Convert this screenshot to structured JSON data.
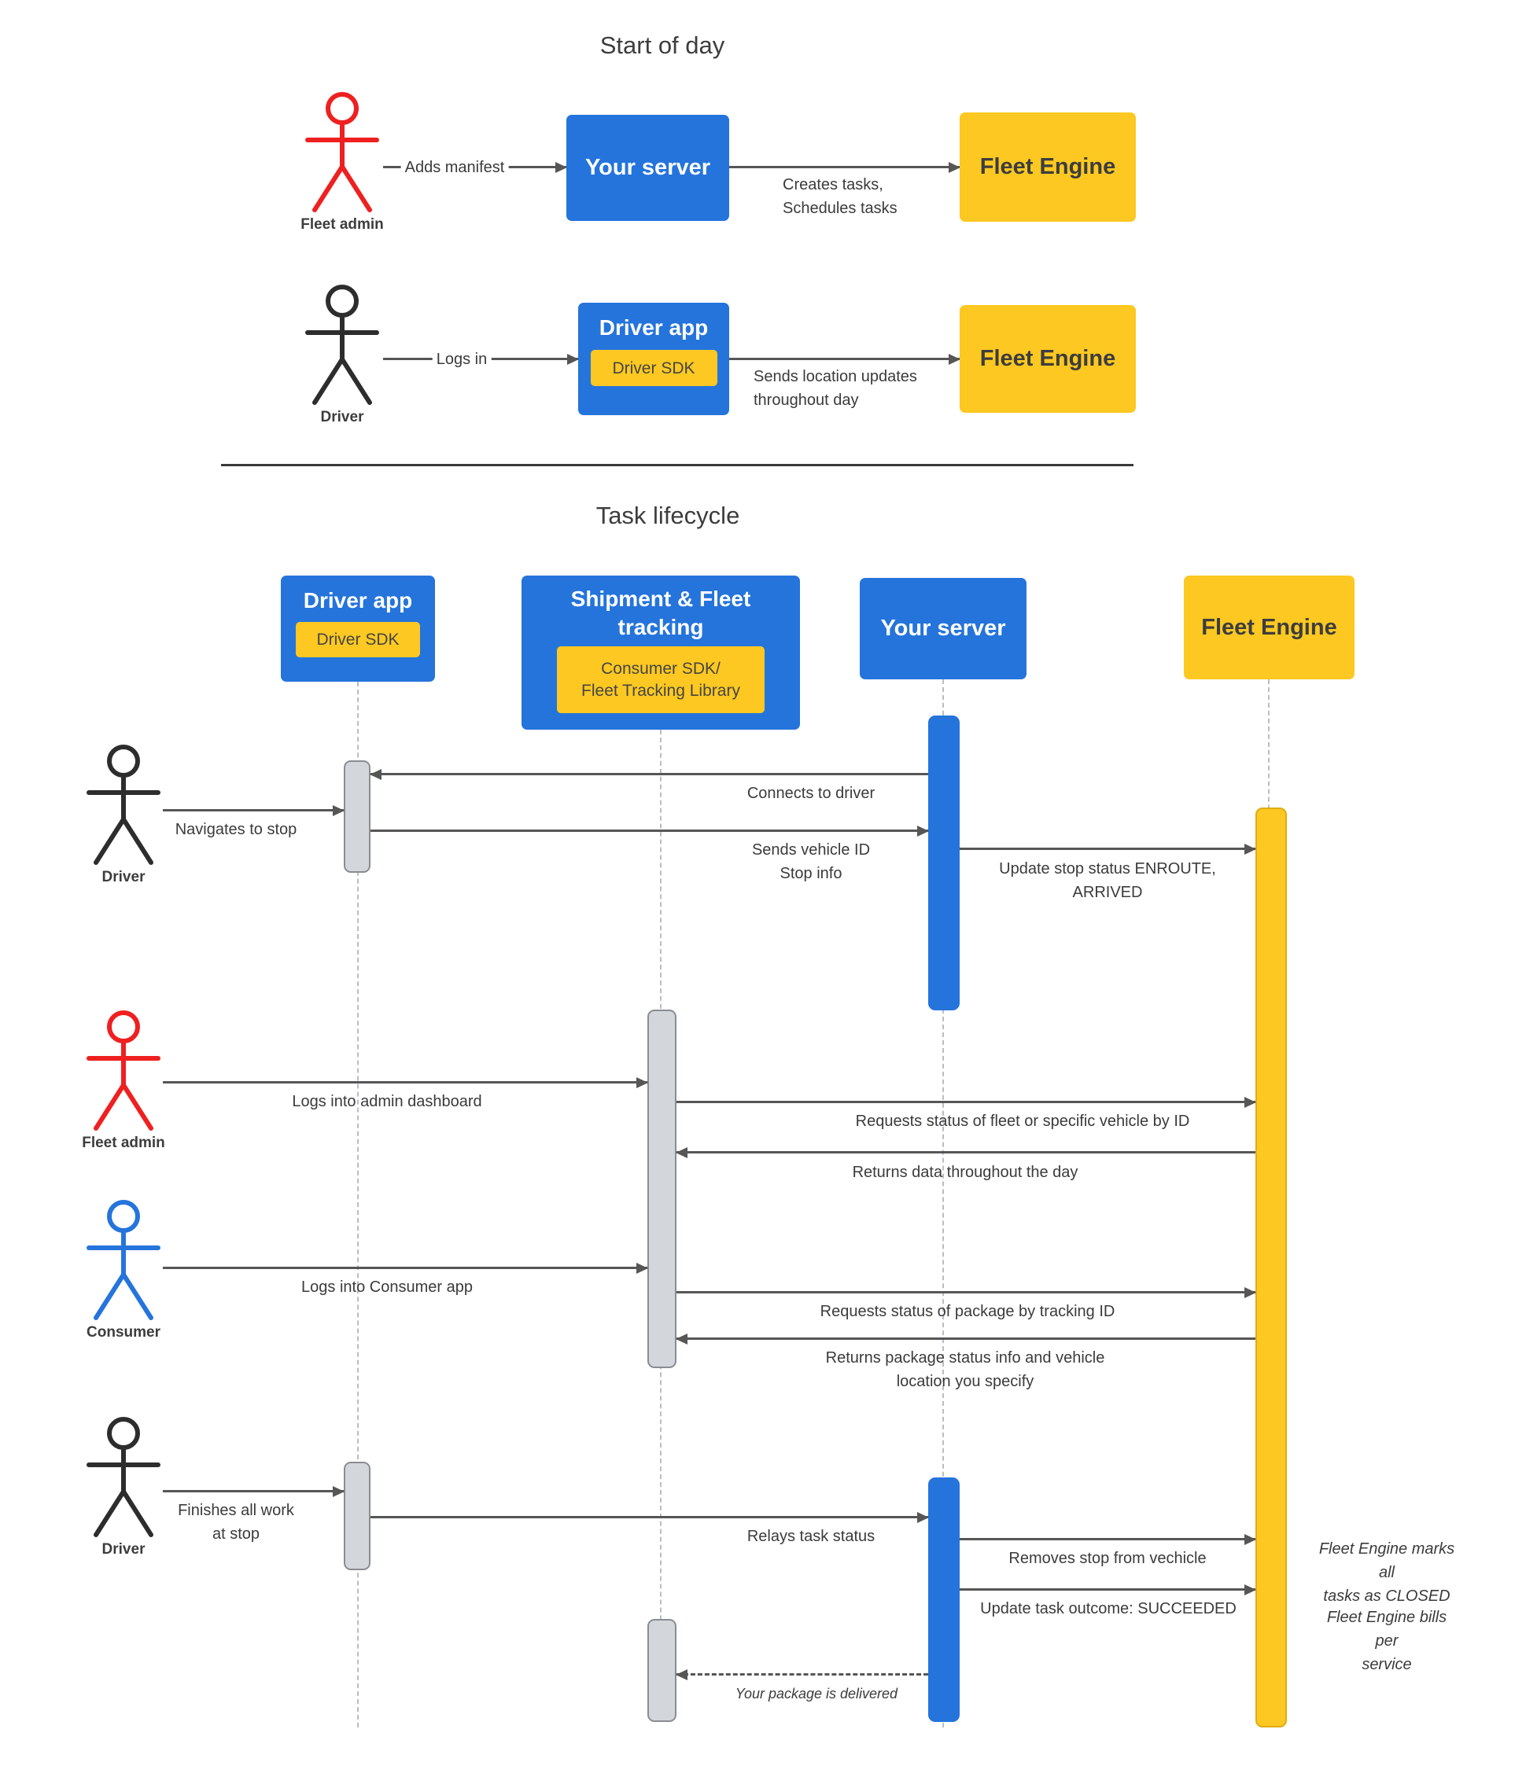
{
  "colors": {
    "blue": "#2574dc",
    "yellow": "#fcc821",
    "red": "#ee2020",
    "actor_dark": "#2d2d2d",
    "consumer_blue": "#2574dc",
    "line": "#565656",
    "lifeline": "#b9bdc4",
    "bar_gray": "#d3d6db",
    "bar_gray_border": "#898d93",
    "text": "#3b3b3b"
  },
  "start_of_day": {
    "title": "Start of day",
    "fleet_admin_label": "Fleet admin",
    "driver_label": "Driver",
    "adds_manifest": "Adds manifest",
    "your_server": "Your server",
    "creates_tasks": "Creates tasks,\nSchedules tasks",
    "fleet_engine_1": "Fleet Engine",
    "logs_in": "Logs in",
    "driver_app": "Driver app",
    "driver_sdk": "Driver SDK",
    "location_updates": "Sends location updates\nthroughout day",
    "fleet_engine_2": "Fleet Engine"
  },
  "lifecycle": {
    "title": "Task lifecycle",
    "headers": {
      "driver_app": "Driver app",
      "driver_sdk": "Driver SDK",
      "shipment": "Shipment & Fleet tracking",
      "consumer_sdk": "Consumer SDK/\nFleet Tracking Library",
      "your_server": "Your server",
      "fleet_engine": "Fleet Engine"
    },
    "actors": {
      "driver_1": "Driver",
      "fleet_admin": "Fleet admin",
      "consumer": "Consumer",
      "driver_2": "Driver"
    },
    "messages": {
      "navigates_to_stop": "Navigates to stop",
      "connects_to_driver": "Connects to driver",
      "sends_vehicle_id": "Sends vehicle ID\nStop info",
      "update_stop_status": "Update stop status ENROUTE,\nARRIVED",
      "logs_into_admin": "Logs into admin dashboard",
      "requests_fleet_status": "Requests status of fleet or specific vehicle by ID",
      "returns_data": "Returns data throughout the day",
      "logs_into_consumer": "Logs into Consumer app",
      "requests_package_status": "Requests status of package  by tracking ID",
      "returns_package_status": "Returns package status info and vehicle\nlocation you specify",
      "finishes_work": "Finishes all work\nat stop",
      "relays_task_status": "Relays task status",
      "removes_stop": "Removes stop from vechicle",
      "update_task_outcome": "Update task outcome: SUCCEEDED",
      "package_delivered": "Your package is delivered"
    },
    "notes": {
      "marks_closed": "Fleet Engine marks all\ntasks as CLOSED",
      "bills_per_service": "Fleet Engine bills per\nservice"
    }
  }
}
